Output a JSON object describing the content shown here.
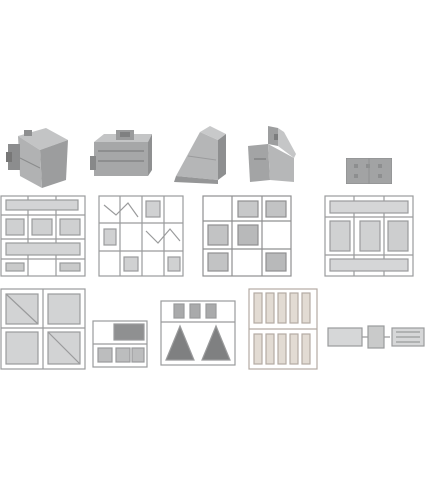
{
  "photo": {
    "background": "#ffffff",
    "plastic_color": "#a9aaab",
    "plastic_dark": "#7f8081",
    "plastic_light": "#c9caca",
    "clear_color": "#d8cfc6",
    "rows": [
      {
        "label": "assembled-parts",
        "items": [
          "part-a",
          "part-b",
          "part-c",
          "part-d",
          "small-plate"
        ]
      },
      {
        "label": "sprues-row-1",
        "items": [
          "sprue-a",
          "sprue-b",
          "sprue-c",
          "sprue-d"
        ]
      },
      {
        "label": "sprues-row-2",
        "items": [
          "sprue-e",
          "sprue-f",
          "sprue-g",
          "sprue-h",
          "sprue-i"
        ]
      }
    ]
  }
}
